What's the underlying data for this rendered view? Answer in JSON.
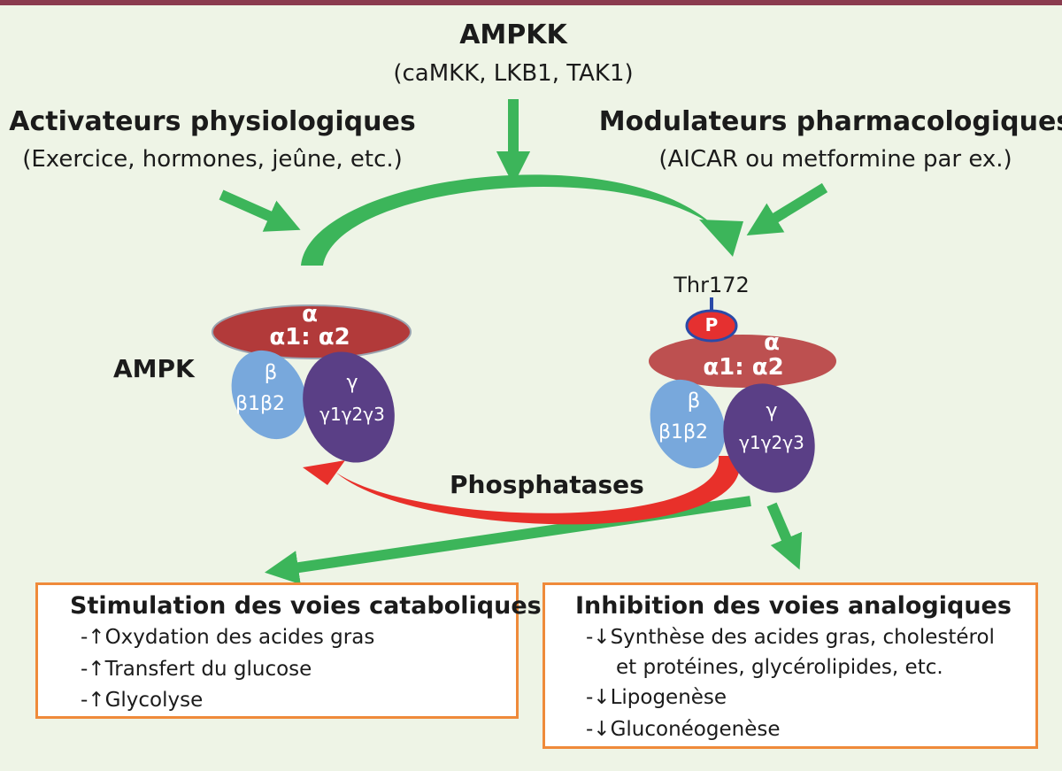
{
  "colors": {
    "background": "#eef4e6",
    "top_border": "#8a3b4e",
    "green_arrow": "#3cb55a",
    "red_arrow": "#e8302a",
    "alpha_inactive": "#b23a3a",
    "alpha_active": "#bd5050",
    "beta": "#78a8dc",
    "gamma": "#5a3f86",
    "phospho": "#e53030",
    "box_border": "#ef8a3a"
  },
  "ampkk": {
    "title": "AMPKK",
    "subtitle": "(caMKK, LKB1, TAK1)"
  },
  "activators": {
    "title": "Activateurs physiologiques",
    "subtitle": "(Exercice, hormones, jeûne, etc.)"
  },
  "modulators": {
    "title": "Modulateurs pharmacologiques",
    "subtitle": "(AICAR ou metformine par ex.)"
  },
  "ampk_label": "AMPK",
  "thr_label": "Thr172",
  "phospho_label": "P",
  "phosphatases_label": "Phosphatases",
  "inactive": {
    "alpha": "α",
    "alpha_sub": "α1: α2",
    "beta": "β",
    "beta_sub": "β1β2",
    "gamma": "γ",
    "gamma_sub": "γ1γ2γ3"
  },
  "active": {
    "alpha": "α",
    "alpha_sub": "α1: α2",
    "beta": "β",
    "beta_sub": "β1β2",
    "gamma": "γ",
    "gamma_sub": "γ1γ2γ3"
  },
  "catabolic": {
    "title": "Stimulation des voies cataboliques",
    "items": [
      "-↑Oxydation des acides gras",
      "-↑Transfert du glucose",
      "-↑Glycolyse"
    ]
  },
  "anabolic": {
    "title": "Inhibition des voies analogiques",
    "items": [
      "-↓Synthèse des acides gras, cholestérol",
      "et protéines, glycérolipides, etc.",
      "-↓Lipogenèse",
      "-↓Gluconéogenèse"
    ]
  }
}
